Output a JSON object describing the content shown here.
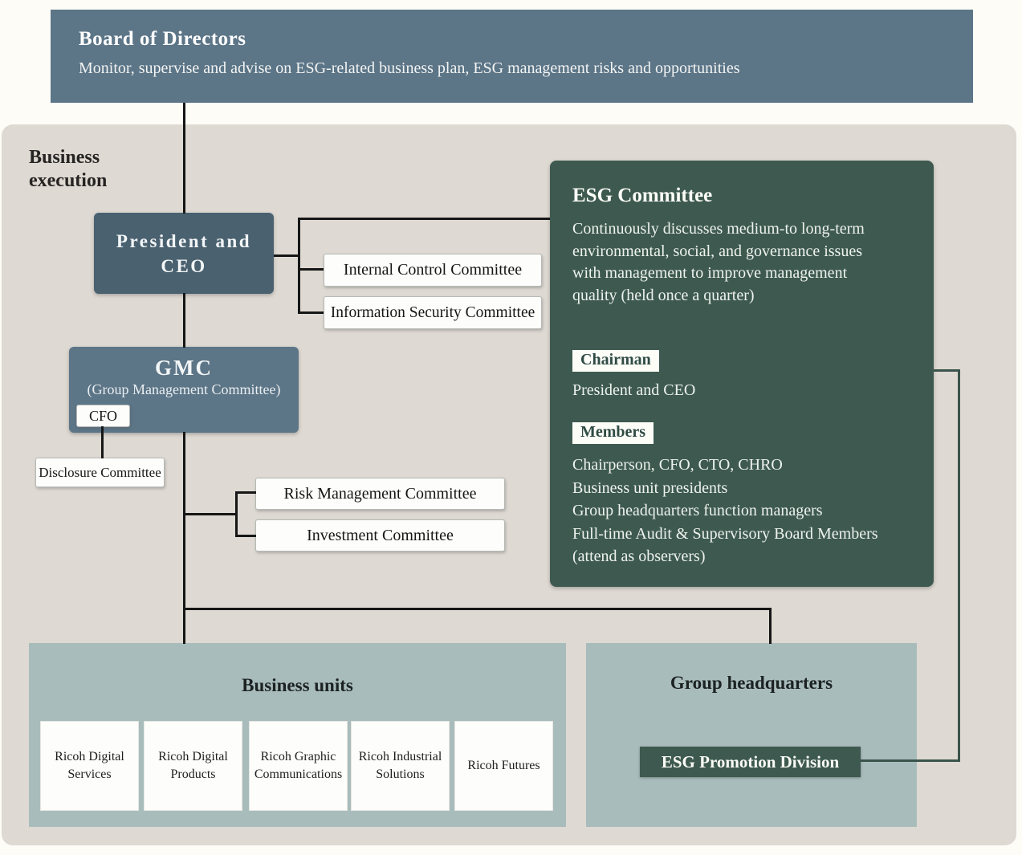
{
  "board": {
    "title": "Board of Directors",
    "subtitle": "Monitor, supervise and advise on ESG-related business plan, ESG management risks and opportunities"
  },
  "section_label": "Business execution",
  "nodes": {
    "president": {
      "line1": "President and",
      "line2": "CEO"
    },
    "internal_control": "Internal Control Committee",
    "info_security": "Information Security Committee",
    "gmc": {
      "title": "GMC",
      "subtitle": "(Group Management Committee)",
      "cfo": "CFO"
    },
    "disclosure": "Disclosure Committee",
    "risk": "Risk Management Committee",
    "investment": "Investment Committee"
  },
  "esg_committee": {
    "title": "ESG Committee",
    "description_lines": [
      "Continuously discusses medium-to long-term",
      "environmental, social, and governance issues",
      "with management to improve management",
      "quality (held once a quarter)"
    ],
    "chairman_label": "Chairman",
    "chairman": "President and CEO",
    "members_label": "Members",
    "members": [
      "Chairperson, CFO, CTO, CHRO",
      "Business unit presidents",
      "Group headquarters function managers",
      "Full-time Audit & Supervisory Board Members",
      "(attend as observers)"
    ]
  },
  "business_units": {
    "title": "Business units",
    "units": [
      "Ricoh Digital Services",
      "Ricoh Digital Products",
      "Ricoh Graphic Communications",
      "Ricoh Industrial Solutions",
      "Ricoh Futures"
    ]
  },
  "group_headquarters": {
    "title": "Group headquarters",
    "division": "ESG Promotion Division"
  },
  "colors": {
    "slate-bar": "#5c7587",
    "slate-dark": "#4a6170",
    "green-dark": "#3e5a50",
    "panel-light": "#a9bcbc",
    "bg-panel": "#ded9d2",
    "line-black": "#161616",
    "line-green": "#3a544b",
    "white-box": "#fdfdfb"
  }
}
